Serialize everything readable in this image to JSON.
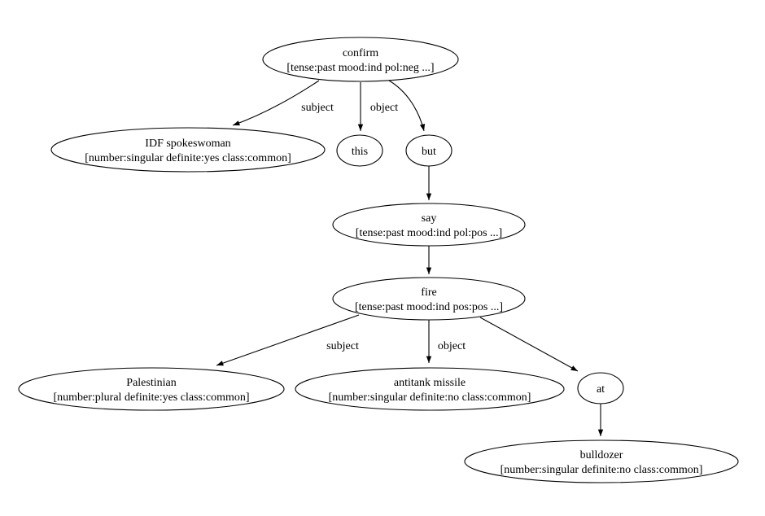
{
  "diagram": {
    "type": "dependency-graph",
    "colors": {
      "background": "#ffffff",
      "stroke": "#000000",
      "text": "#000000"
    }
  },
  "nodes": [
    {
      "id": "confirm",
      "label": "confirm",
      "features": "[tense:past mood:ind pol:neg ...]"
    },
    {
      "id": "idf-spokeswoman",
      "label": "IDF spokeswoman",
      "features": "[number:singular definite:yes class:common]"
    },
    {
      "id": "this",
      "label": "this"
    },
    {
      "id": "but",
      "label": "but"
    },
    {
      "id": "say",
      "label": "say",
      "features": "[tense:past mood:ind pol:pos ...]"
    },
    {
      "id": "fire",
      "label": "fire",
      "features": "[tense:past mood:ind pos:pos ...]"
    },
    {
      "id": "palestinian",
      "label": "Palestinian",
      "features": "[number:plural definite:yes class:common]"
    },
    {
      "id": "antitank-missile",
      "label": "antitank missile",
      "features": "[number:singular definite:no class:common]"
    },
    {
      "id": "at",
      "label": "at"
    },
    {
      "id": "bulldozer",
      "label": "bulldozer",
      "features": "[number:singular definite:no class:common]"
    }
  ],
  "edges": [
    {
      "from": "confirm",
      "to": "idf-spokeswoman",
      "label": "subject"
    },
    {
      "from": "confirm",
      "to": "this",
      "label": "object"
    },
    {
      "from": "confirm",
      "to": "but",
      "label": ""
    },
    {
      "from": "but",
      "to": "say",
      "label": ""
    },
    {
      "from": "say",
      "to": "fire",
      "label": ""
    },
    {
      "from": "fire",
      "to": "palestinian",
      "label": "subject"
    },
    {
      "from": "fire",
      "to": "antitank-missile",
      "label": "object"
    },
    {
      "from": "fire",
      "to": "at",
      "label": ""
    },
    {
      "from": "at",
      "to": "bulldozer",
      "label": ""
    }
  ]
}
